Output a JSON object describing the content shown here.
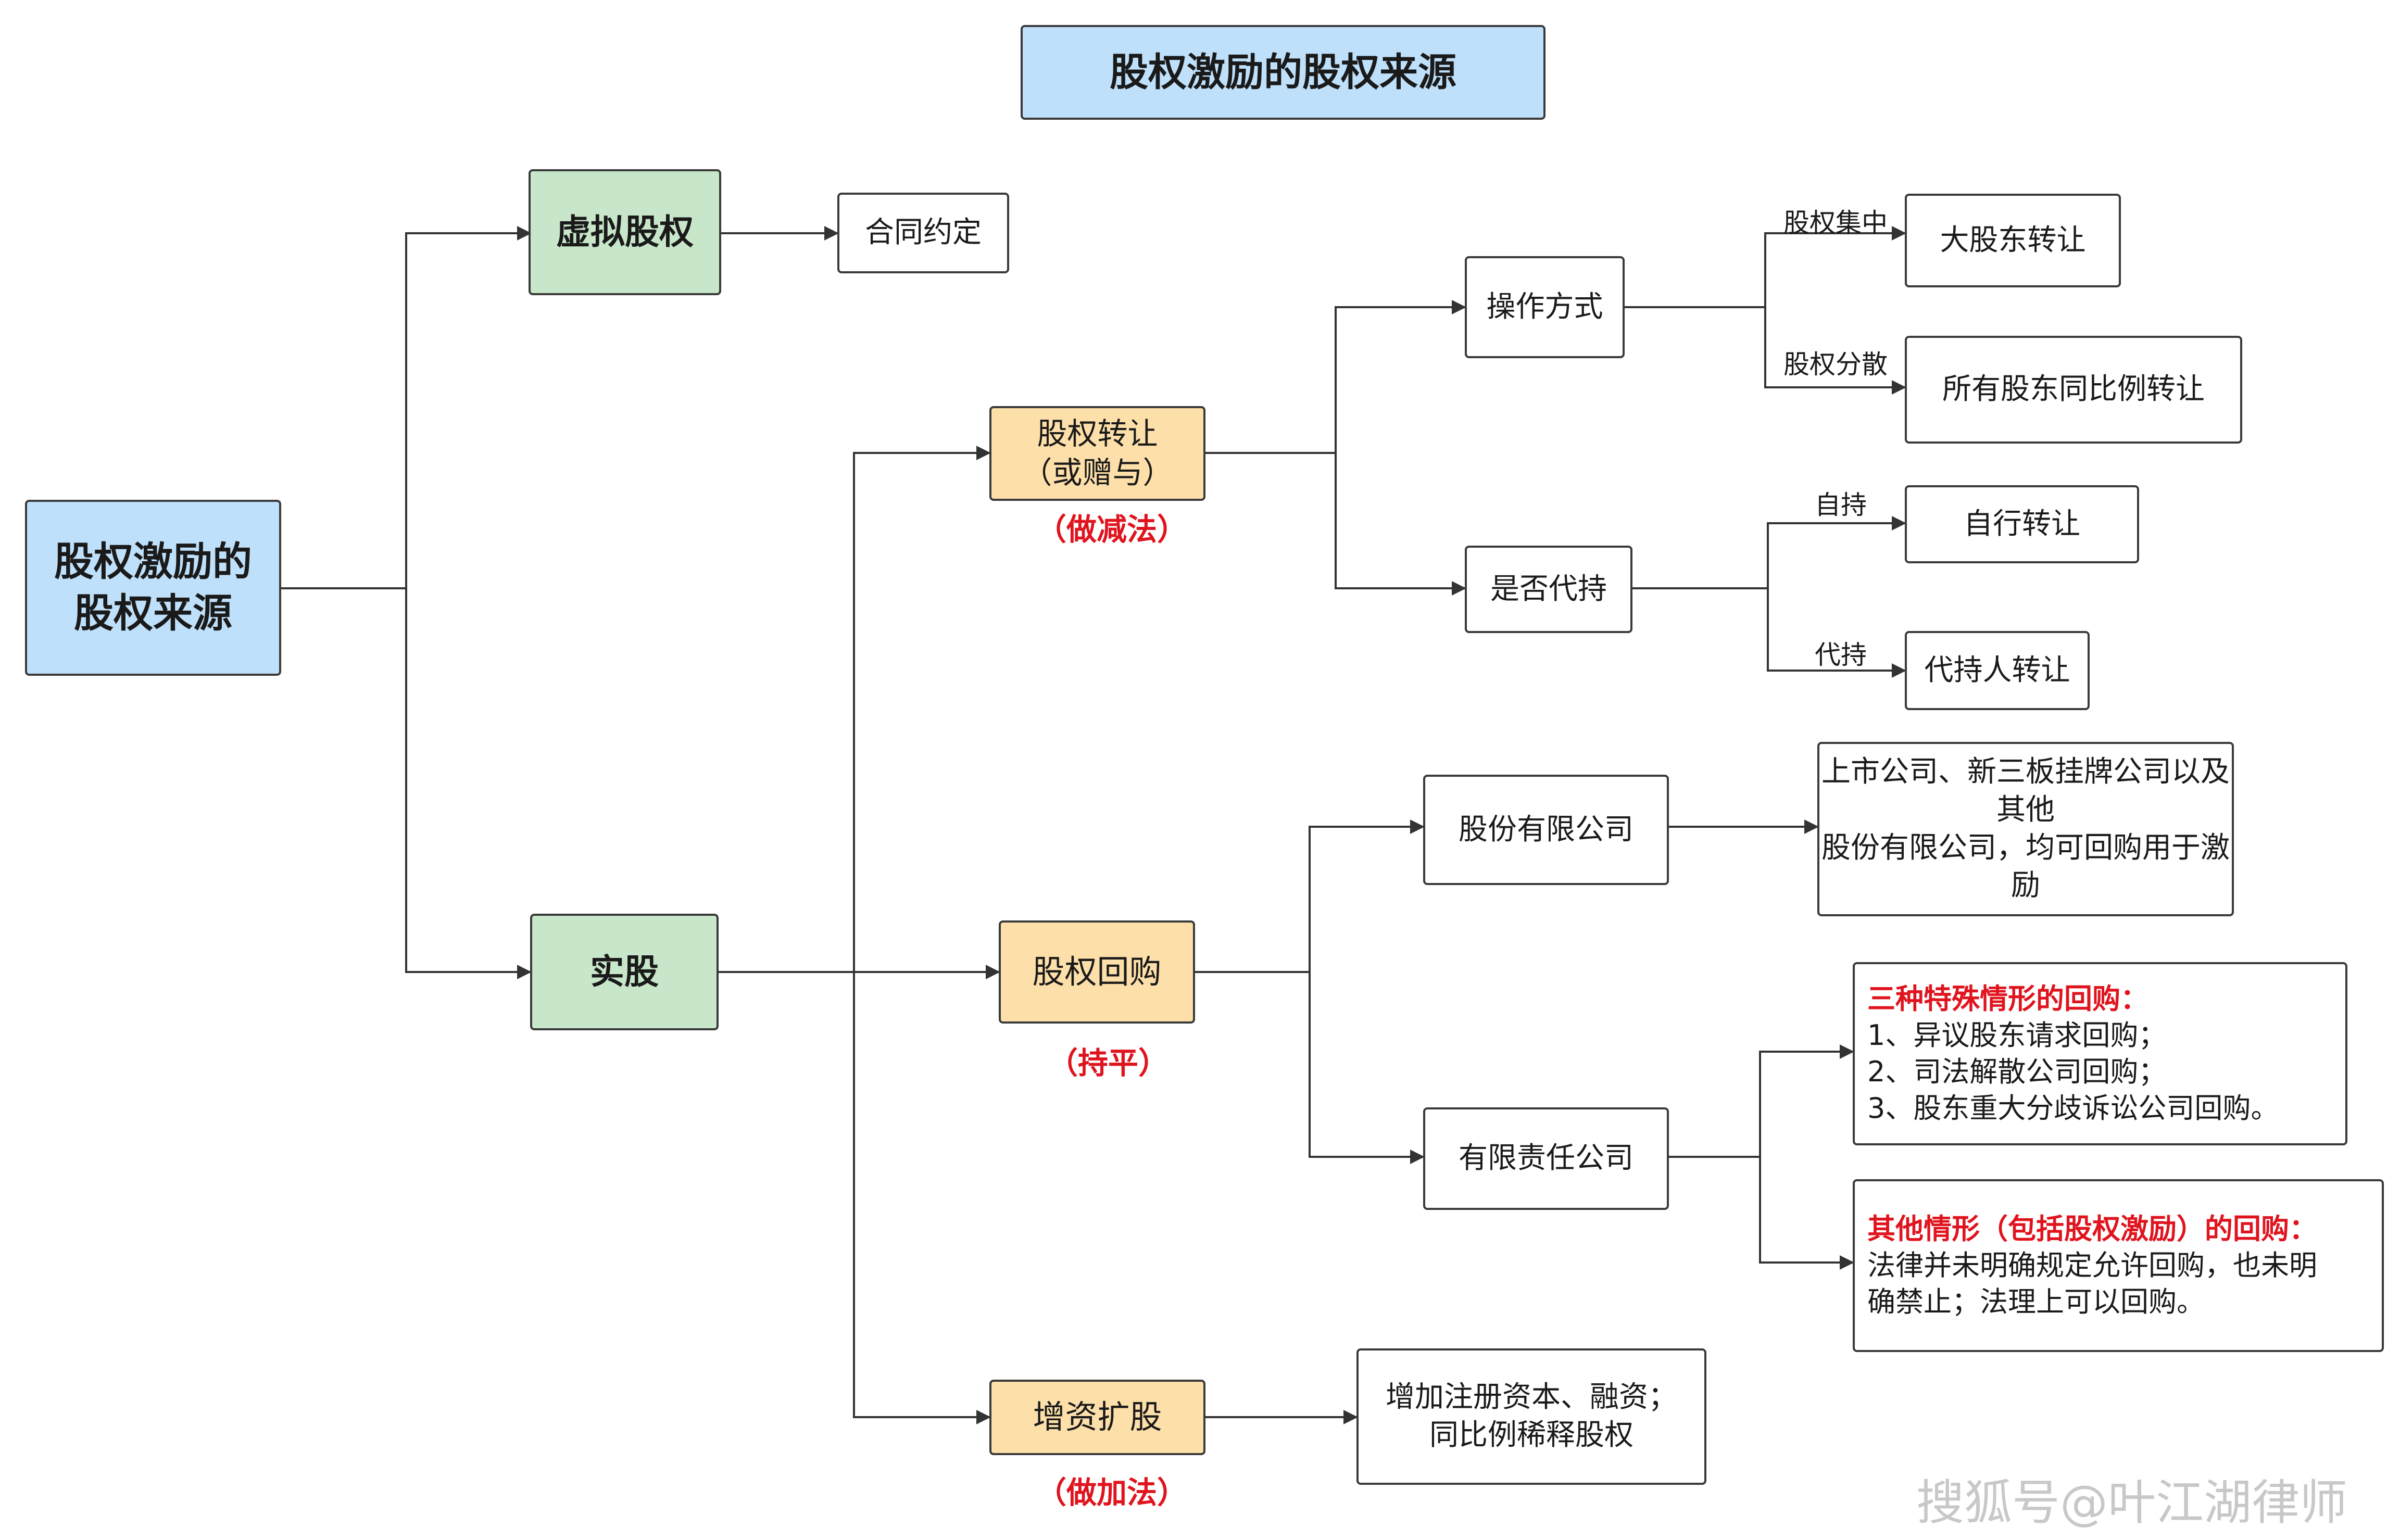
{
  "title": "股权激励的股权来源",
  "root": [
    "股权激励的",
    "股权来源"
  ],
  "virtual_stock": "虚拟股权",
  "contract": "合同约定",
  "real_stock": "实股",
  "transfer": {
    "label": [
      "股权转让",
      "（或赠与）"
    ],
    "note": "（做减法）",
    "method": "操作方式",
    "concentrated_label": "股权集中",
    "concentrated_result": "大股东转让",
    "dispersed_label": "股权分散",
    "dispersed_result": "所有股东同比例转让",
    "proxy": "是否代持",
    "self_label": "自持",
    "self_result": "自行转让",
    "agent_label": "代持",
    "agent_result": "代持人转让"
  },
  "buyback": {
    "label": "股权回购",
    "note": "（持平）",
    "joint_stock": "股份有限公司",
    "joint_stock_desc": [
      "上市公司、新三板挂牌公司以及其他",
      "股份有限公司，均可回购用于激励"
    ],
    "llc": "有限责任公司",
    "special_title": "三种特殊情形的回购：",
    "special_items": [
      "1、异议股东请求回购；",
      "2、司法解散公司回购；",
      "3、股东重大分歧诉讼公司回购。"
    ],
    "other_title": "其他情形（包括股权激励）的回购：",
    "other_lines": [
      "法律并未明确规定允许回购，也未明",
      "确禁止；法理上可以回购。"
    ]
  },
  "capital_increase": {
    "label": "增资扩股",
    "note": "（做加法）",
    "desc": [
      "增加注册资本、融资；",
      "同比例稀释股权"
    ]
  },
  "watermark": "搜狐号@叶江湖律师",
  "colors": {
    "root": "#bfe0fa",
    "level1": "#c8e6c9",
    "level2": "#fddfa9",
    "note": "#e0141e",
    "line": "#333333"
  }
}
